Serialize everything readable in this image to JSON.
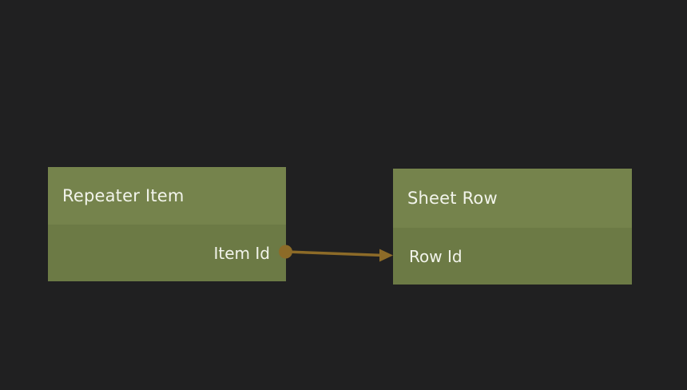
{
  "canvas": {
    "background": "#202021"
  },
  "nodes": [
    {
      "title": "Repeater Item",
      "fields": [
        {
          "label": "Item Id"
        }
      ]
    },
    {
      "title": "Sheet Row",
      "fields": [
        {
          "label": "Row Id"
        }
      ]
    }
  ],
  "connection": {
    "from_node": "Repeater Item",
    "from_field": "Item Id",
    "to_node": "Sheet Row",
    "to_field": "Row Id",
    "color": "#8d6b28"
  },
  "colors": {
    "node_header": "#75834c",
    "node_body": "#6c7a45",
    "text": "#f2f4eb",
    "background": "#202021",
    "connector": "#8d6b28"
  }
}
